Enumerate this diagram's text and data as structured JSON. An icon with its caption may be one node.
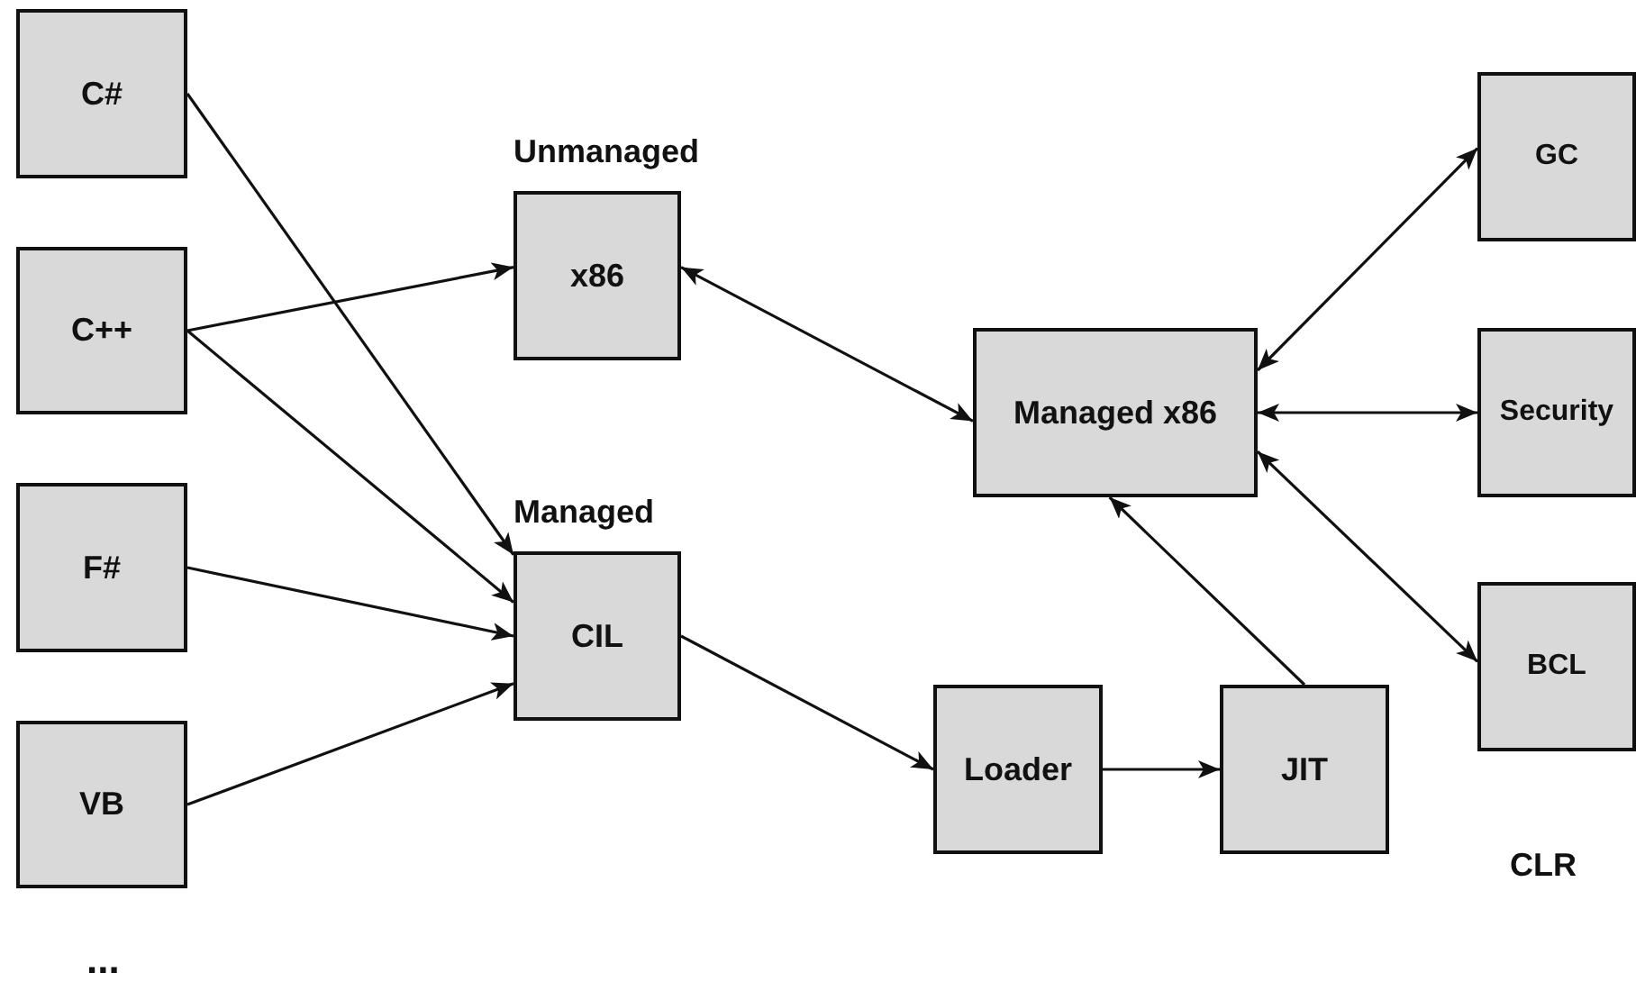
{
  "diagram": {
    "nodes": [
      {
        "text": [
          "C#"
        ]
      },
      {
        "text": [
          "C++"
        ]
      },
      {
        "text": [
          "F#"
        ]
      },
      {
        "text": [
          "VB"
        ]
      },
      {
        "text": [
          "Unmanaged",
          "x86"
        ]
      },
      {
        "text": [
          "Managed",
          "CIL"
        ]
      },
      {
        "text": [
          "Managed x86"
        ]
      },
      {
        "text": [
          "Loader"
        ]
      },
      {
        "text": [
          "JIT"
        ]
      },
      {
        "text": [
          "GC"
        ]
      },
      {
        "text": [
          "Security"
        ]
      },
      {
        "text": [
          "BCL"
        ]
      }
    ],
    "edges": [
      {
        "from": 0,
        "to": 5,
        "arrow": "to"
      },
      {
        "from": 1,
        "to": 4,
        "arrow": "to"
      },
      {
        "from": 1,
        "to": 5,
        "arrow": "to"
      },
      {
        "from": 2,
        "to": 5,
        "arrow": "to"
      },
      {
        "from": 3,
        "to": 5,
        "arrow": "to"
      },
      {
        "from": 4,
        "to": 6,
        "arrow": "both"
      },
      {
        "from": 5,
        "to": 7,
        "arrow": "to"
      },
      {
        "from": 7,
        "to": 8,
        "arrow": "to"
      },
      {
        "from": 8,
        "to": 6,
        "arrow": "to"
      },
      {
        "from": 6,
        "to": 9,
        "arrow": "both"
      },
      {
        "from": 6,
        "to": 10,
        "arrow": "both"
      },
      {
        "from": 6,
        "to": 11,
        "arrow": "both"
      }
    ],
    "labels": [
      "CLR",
      "..."
    ]
  }
}
